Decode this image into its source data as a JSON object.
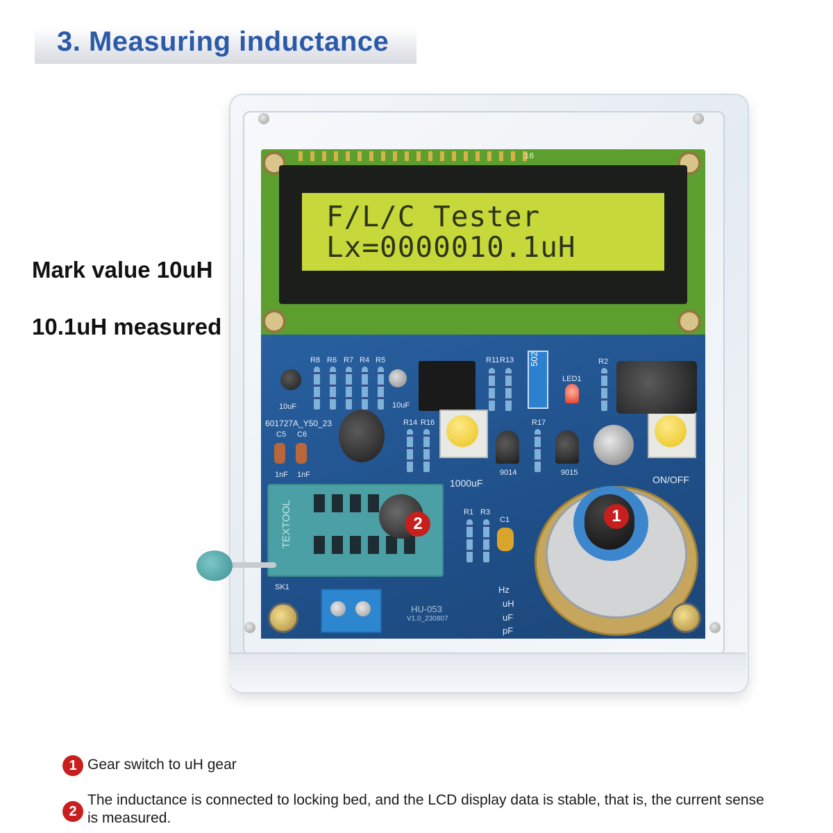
{
  "title": "3. Measuring inductance",
  "side_notes": {
    "mark_value": "Mark value 10uH",
    "measured": "10.1uH measured"
  },
  "lcd": {
    "line1": "F/L/C Tester",
    "line2": "Lx=0000010.1uH",
    "backlight_color": "#c7d83a"
  },
  "board": {
    "pin_count_label": "16",
    "labels": {
      "r8": "R8",
      "r6": "R6",
      "r7": "R7",
      "r4": "R4",
      "r5": "R5",
      "c_left": "10uF",
      "c_right": "10uF",
      "model": "601727A_Y50_23",
      "c5": "C5",
      "c6": "C6",
      "c5v": "1nF",
      "c6v": "1nF",
      "r14": "R14",
      "r16": "R16",
      "r11": "R11",
      "r13": "R13",
      "r17": "R17",
      "r2": "R2",
      "led": "LED1",
      "trimmer": "502",
      "q1": "9014",
      "q2": "9015",
      "cap_big": "1000uF",
      "power": "ON/OFF",
      "r1": "R1",
      "r3": "R3",
      "c1": "C1",
      "sk1": "SK1",
      "mode_hz": "Hz",
      "mode_uh": "uH",
      "mode_uf": "uF",
      "mode_pf": "pF",
      "board_id": "HU-053",
      "version": "V1.0_230807",
      "zif": "TEXTOOL"
    }
  },
  "callouts": {
    "one": "1",
    "two": "2"
  },
  "footnotes": [
    {
      "badge": "1",
      "text": "Gear switch to uH gear"
    },
    {
      "badge": "2",
      "text": "The inductance is connected to locking bed, and the LCD display data is stable, that is, the current sense is measured."
    }
  ],
  "colors": {
    "title": "#2a5aa8",
    "pcb_blue": "#2860a0",
    "pcb_green": "#5c9f2e",
    "badge_red": "#c81e1e",
    "button_yellow": "#e8c417"
  }
}
